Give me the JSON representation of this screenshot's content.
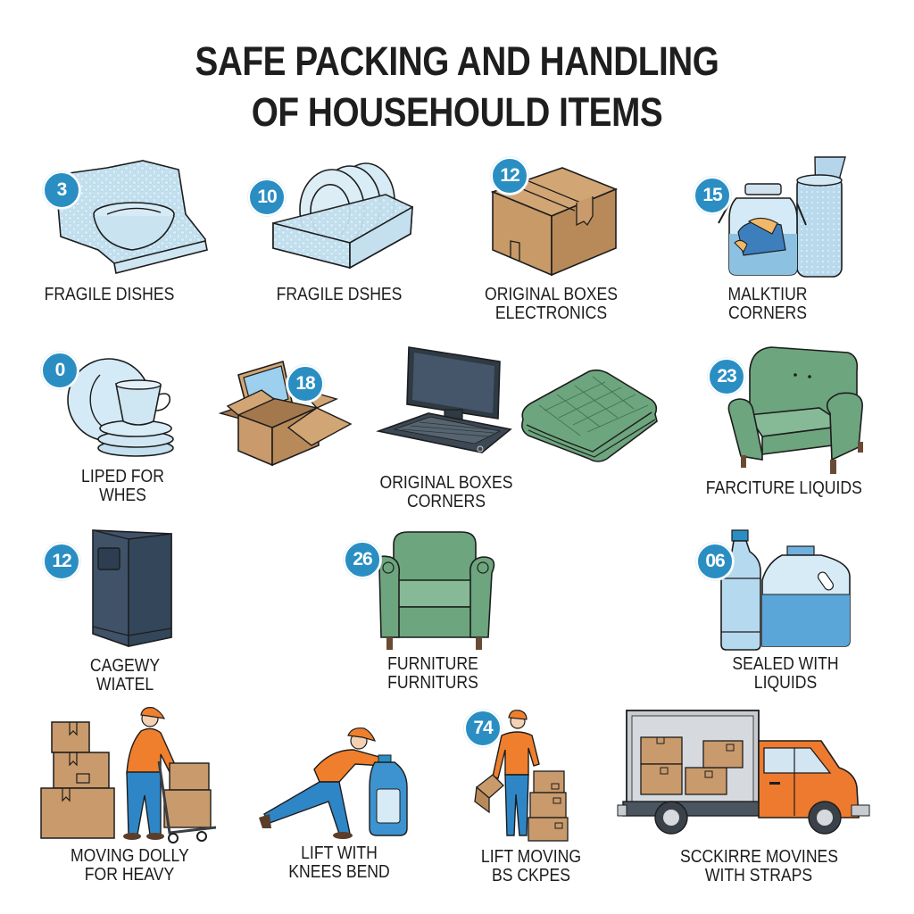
{
  "header": {
    "title_line1": "SAFE PACKING AND HANDLING",
    "title_line2": "OF HOUSEHOULD ITEMS"
  },
  "colors": {
    "badge": "#2a8ec3",
    "cardboard": "#c99a6b",
    "bubble_wrap": "#bcdcec",
    "upholstery": "#6da57e",
    "worker_shirt": "#f07f2d",
    "worker_pants": "#2f86c6",
    "truck_cab": "#ee7a2f",
    "dark_appliance": "#3f5268"
  },
  "rows": [
    {
      "items": [
        {
          "icon": "bubble-wrapped-bowl-icon",
          "badge": "3",
          "label_line1": "FRAGILE DISHES",
          "label_line2": ""
        },
        {
          "icon": "plates-in-padded-tray-icon",
          "badge": "10",
          "label_line1": "FRAGILE DSHES",
          "label_line2": ""
        },
        {
          "icon": "cardboard-box-icon",
          "badge": "12",
          "label_line1": "ORIGINAL BOXES",
          "label_line2": "ELECTRONICS"
        },
        {
          "icon": "jar-and-bubble-roll-icon",
          "badge": "15",
          "label_line1": "MALKTIUR",
          "label_line2": "CORNERS"
        }
      ]
    },
    {
      "items": [
        {
          "icon": "cups-and-saucers-icon",
          "badge": "0",
          "label_line1": "LIPED FOR",
          "label_line2": "WHES"
        },
        {
          "icon": "laptop-in-open-box-icon",
          "badge": "18",
          "label_line1": "",
          "label_line2": ""
        },
        {
          "icon": "desktop-computer-icon",
          "badge": "",
          "label_line1": "ORIGINAL BOXES",
          "label_line2": "CORNERS"
        },
        {
          "icon": "folded-moving-blanket-icon",
          "badge": "",
          "label_line1": "",
          "label_line2": ""
        },
        {
          "icon": "armchair-icon",
          "badge": "23",
          "label_line1": "FARCITURE LIQUIDS",
          "label_line2": ""
        }
      ]
    },
    {
      "items": [
        {
          "icon": "appliance-cabinet-icon",
          "badge": "12",
          "label_line1": "CAGEWY",
          "label_line2": "WIATEL"
        },
        {
          "icon": "armchair-icon",
          "badge": "26",
          "label_line1": "FURNITURE",
          "label_line2": "FURNITURS"
        },
        {
          "icon": "sealed-liquid-bottles-icon",
          "badge": "06",
          "label_line1": "SEALED WITH",
          "label_line2": "LIQUIDS"
        }
      ]
    },
    {
      "items": [
        {
          "icon": "worker-with-dolly-icon",
          "badge": "",
          "label_line1": "MOVING DOLLY",
          "label_line2": "FOR HEAVY"
        },
        {
          "icon": "worker-lifting-bottle-icon",
          "badge": "",
          "label_line1": "LIFT WITH",
          "label_line2": "KNEES BEND"
        },
        {
          "icon": "worker-with-boxes-icon",
          "badge": "74",
          "label_line1": "LIFT MOVING",
          "label_line2": "BS CKPES"
        },
        {
          "icon": "moving-truck-icon",
          "badge": "",
          "label_line1": "SCCKIRRE MOVINES",
          "label_line2": "WITH STRAPS"
        }
      ]
    }
  ]
}
